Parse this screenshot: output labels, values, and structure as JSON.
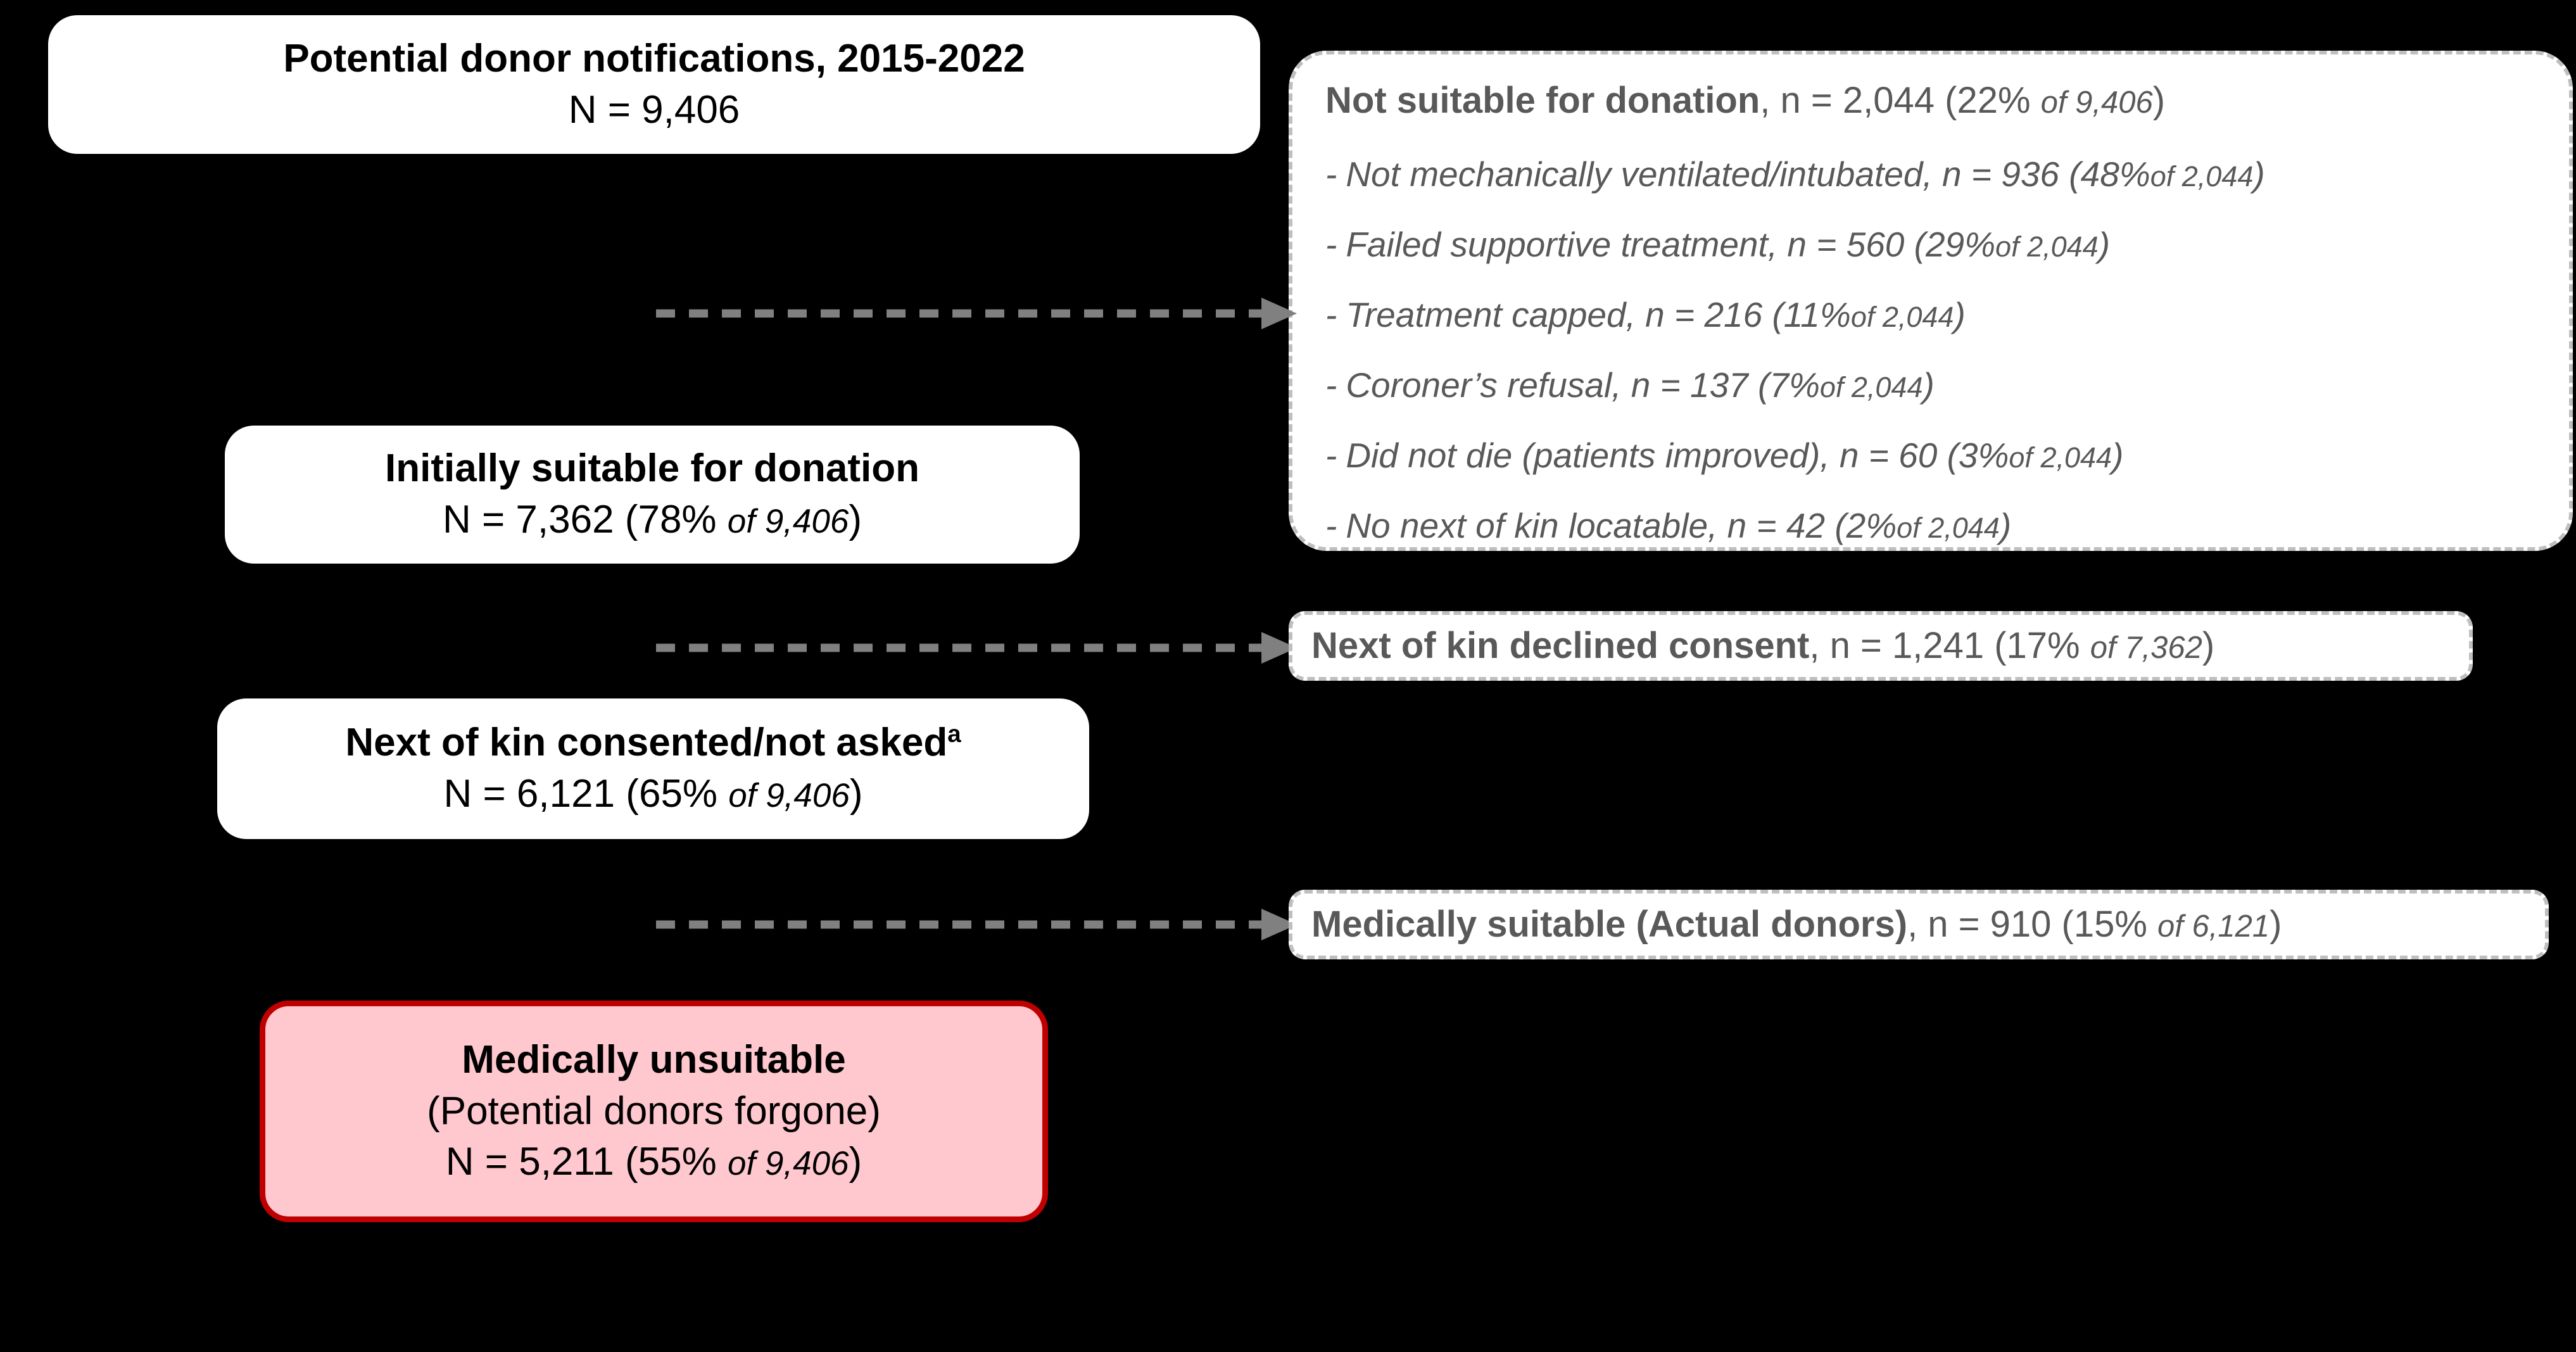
{
  "diagram": {
    "type": "flowchart",
    "title": "Potential donor notification and donation pathway flow diagram, 2015-2022",
    "nodes": {
      "notifications": {
        "title": "Potential donor notifications, 2015-2022",
        "value_line": "N = 9,406"
      },
      "not_suitable": {
        "label": "Not suitable for donation",
        "count_text": ", n = 2,044 (22% ",
        "pct_italic": "of 9,406",
        "close": ")",
        "items": [
          {
            "dash": "-",
            "label": "Not mechanically ventilated/intubated, n = 936 (48% ",
            "pct": "of 2,044",
            "close": ")"
          },
          {
            "dash": "-",
            "label": "Failed supportive treatment, n = 560 (29% ",
            "pct": "of 2,044",
            "close": ")"
          },
          {
            "dash": "-",
            "label": "Treatment capped, n = 216 (11% ",
            "pct": "of 2,044",
            "close": ")"
          },
          {
            "dash": "-",
            "label": "Coroner’s refusal, n = 137 (7% ",
            "pct": "of 2,044",
            "close": ")"
          },
          {
            "dash": "-",
            "label": "Did not die (patients improved), n = 60 (3% ",
            "pct": "of 2,044",
            "close": ")"
          },
          {
            "dash": "-",
            "label": "No next of kin locatable, n = 42 (2% ",
            "pct": "of 2,044",
            "close": ")"
          }
        ]
      },
      "initially_suitable": {
        "title": "Initially suitable for donation",
        "value_prefix": "N = 7,362 (78% ",
        "value_pct": "of 9,406",
        "value_close": ")"
      },
      "kin_declined": {
        "label": "Next of kin declined consent",
        "count_text": ", n = 1,241 (17% ",
        "pct_italic": "of 7,362",
        "close": ")"
      },
      "kin_consented": {
        "title": "Next of kin consented/not asked",
        "title_superscript": "a",
        "value_prefix": "N = 6,121 (65% ",
        "value_pct": "of 9,406",
        "value_close": ")"
      },
      "medically_suitable": {
        "label": "Medically suitable (Actual donors)",
        "count_text": ", n = 910 (15% ",
        "pct_italic": "of 6,121",
        "close": ")"
      },
      "medically_unsuitable": {
        "title": "Medically unsuitable",
        "subtitle": "(Potential donors forgone)",
        "value_prefix": "N = 5,211 (55% ",
        "value_pct": "of 9,406",
        "value_close": ")"
      }
    },
    "edges": [
      {
        "name": "arrow-to-not-suitable",
        "style": "dashed",
        "direction": "right"
      },
      {
        "name": "arrow-to-kin-declined",
        "style": "dashed",
        "direction": "right"
      },
      {
        "name": "arrow-to-medically-suitable",
        "style": "dashed",
        "direction": "right"
      }
    ],
    "colors": {
      "background": "#000000",
      "box_fill": "#ffffff",
      "primary_text": "#000000",
      "secondary_text": "#595959",
      "dashed_border": "#bfbfbf",
      "arrow": "#808080",
      "highlight_fill": "#ffc7ce",
      "highlight_border": "#c00000"
    }
  }
}
